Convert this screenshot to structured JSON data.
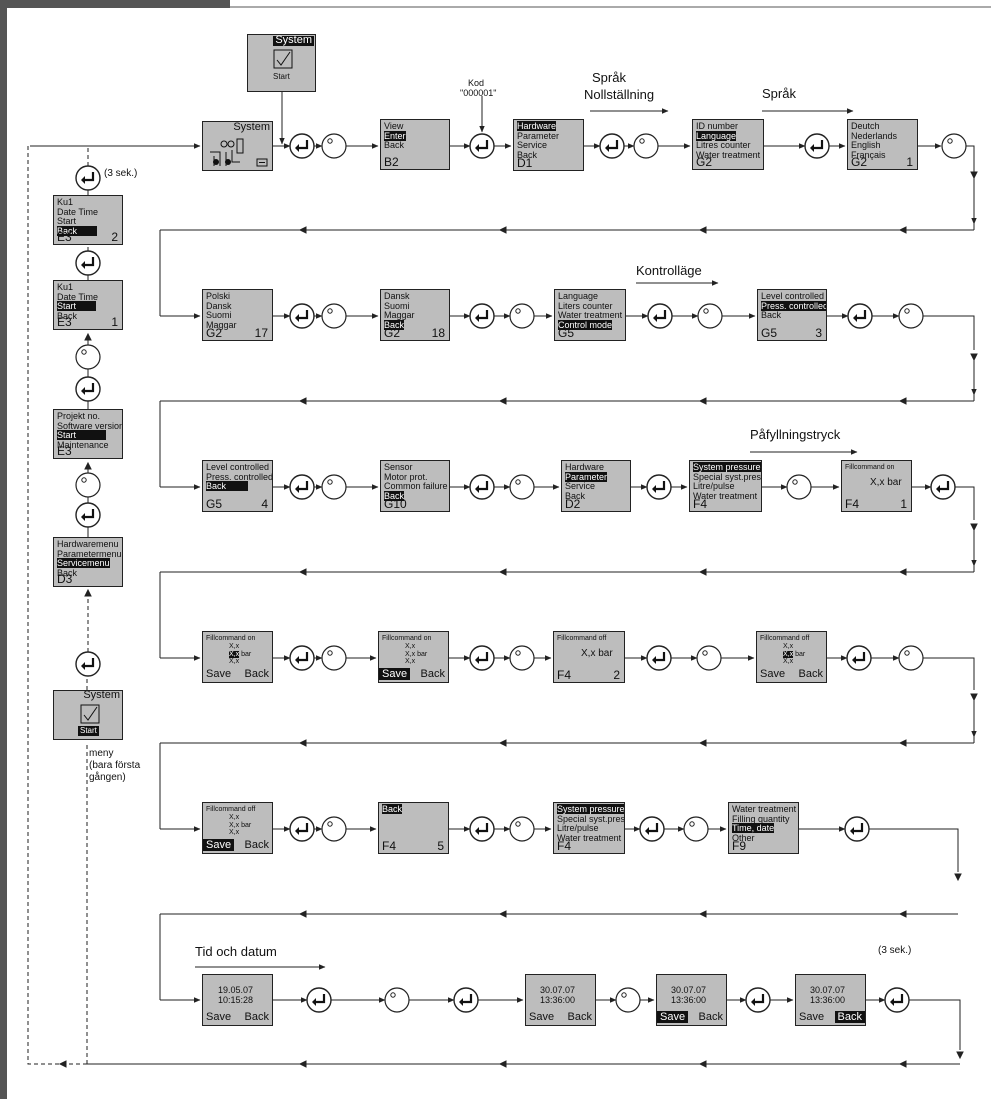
{
  "labels": {
    "kod": "Kod",
    "kod_value": "\"000001\"",
    "sprak": "Språk",
    "nollstallning": "Nollställning",
    "kontrollage": "Kontrolläge",
    "pafyllningstryck": "Påfyllningstryck",
    "tid_och_datum": "Tid och datum",
    "three_sec_top": "(3 sek.)",
    "three_sec_bottom": "(3 sek.)",
    "meny": "meny",
    "bara_forsta": "(bara första",
    "gangen": "gången)"
  },
  "screens": {
    "system_top": {
      "title": "System",
      "start": "Start"
    },
    "system_main": {
      "title": "System"
    },
    "system_side": {
      "title": "System",
      "start": "Start"
    },
    "b2": {
      "lines": [
        "View",
        "Enter",
        "Back"
      ],
      "code": "B2"
    },
    "d1": {
      "lines": [
        "Hardware",
        "Parameter",
        "Service",
        "Back"
      ],
      "code": "D1"
    },
    "g2a": {
      "lines": [
        "ID number",
        "Language",
        "Litres counter",
        "Water treatment"
      ],
      "code": "G2"
    },
    "g2b": {
      "lines": [
        "Deutch",
        "Nederlands",
        "English",
        "Français"
      ],
      "code": "G2",
      "num": "1"
    },
    "g2c": {
      "lines": [
        "Polski",
        "Dansk",
        "Suomi",
        "Maggar"
      ],
      "code": "G2",
      "num": "17"
    },
    "g2d": {
      "lines": [
        "Dansk",
        "Suomi",
        "Maggar",
        "Back"
      ],
      "code": "G2",
      "num": "18"
    },
    "g5a": {
      "lines": [
        "Language",
        "Liters counter",
        "Water treatment",
        "Control mode"
      ],
      "code": "G5"
    },
    "g5b": {
      "lines": [
        "Level controlled",
        "Press. controlled",
        "Back"
      ],
      "code": "G5",
      "num": "3"
    },
    "g5c": {
      "lines": [
        "Level controlled",
        "Press. controlled",
        "Back"
      ],
      "code": "G5",
      "num": "4"
    },
    "g10": {
      "lines": [
        "Sensor",
        "Motor prot.",
        "Common failure",
        "Back"
      ],
      "code": "G10"
    },
    "d2": {
      "lines": [
        "Hardware",
        "Parameter",
        "Service",
        "Back"
      ],
      "code": "D2"
    },
    "f4a": {
      "lines": [
        "System pressure",
        "Special syst.press",
        "Litre/pulse",
        "Water treatment"
      ],
      "code": "F4"
    },
    "f4b": {
      "title": "Fillcommand on",
      "value": "X,x bar",
      "code": "F4",
      "num": "1"
    },
    "f4c": {
      "title": "Fillcommand on",
      "lines": [
        "X,x",
        "X,x",
        "X,x"
      ],
      "unit": "bar",
      "save": "Save",
      "back": "Back"
    },
    "f4d": {
      "title": "Fillcommand on",
      "lines": [
        "X,x",
        "X,x",
        "X,x"
      ],
      "unit": "bar",
      "save": "Save",
      "back": "Back"
    },
    "f4e": {
      "title": "Fillcommand off",
      "value": "X,x bar",
      "code": "F4",
      "num": "2"
    },
    "f4f": {
      "title": "Fillcommand off",
      "lines": [
        "X,x",
        "X,x",
        "X,x"
      ],
      "unit": "bar",
      "save": "Save",
      "back": "Back"
    },
    "f4g": {
      "title": "Fillcommand off",
      "lines": [
        "X,x",
        "X,x",
        "X,x"
      ],
      "unit": "bar",
      "save": "Save",
      "back": "Back"
    },
    "f4h": {
      "lines": [
        "Back"
      ],
      "code": "F4",
      "num": "5"
    },
    "f4i": {
      "lines": [
        "System pressure",
        "Special syst.press",
        "Litre/pulse",
        "Water treatment"
      ],
      "code": "F4"
    },
    "f9": {
      "lines": [
        "Water treatment",
        "Filling quantity",
        "Time, date",
        "Other"
      ],
      "code": "F9"
    },
    "td1": {
      "date": "19.05.07",
      "time": "10:15:28",
      "save": "Save",
      "back": "Back"
    },
    "td2": {
      "date": "30.07.07",
      "time": "13:36:00",
      "save": "Save",
      "back": "Back"
    },
    "td3": {
      "date": "30.07.07",
      "time": "13:36:00",
      "save": "Save",
      "back": "Back"
    },
    "td4": {
      "date": "30.07.07",
      "time": "13:36:00",
      "save": "Save",
      "back": "Back"
    },
    "e3a": {
      "lines": [
        "Ku1",
        "Date    Time",
        "Start",
        "Back"
      ],
      "code": "E3",
      "num": "2"
    },
    "e3b": {
      "lines": [
        "Ku1",
        "Date    Time",
        "Start",
        "Back"
      ],
      "code": "E3",
      "num": "1"
    },
    "e3c": {
      "lines": [
        "Projekt no.",
        "Software version",
        "Start",
        "Maintenance"
      ],
      "code": "E3"
    },
    "d3": {
      "lines": [
        "Hardwaremenu",
        "Parametermenu",
        "Servicemenu",
        "Back"
      ],
      "code": "D3"
    }
  },
  "colors": {
    "lcd": "#bdbdbd",
    "ink": "#111111",
    "line": "#222222",
    "highlight": "#111111"
  }
}
